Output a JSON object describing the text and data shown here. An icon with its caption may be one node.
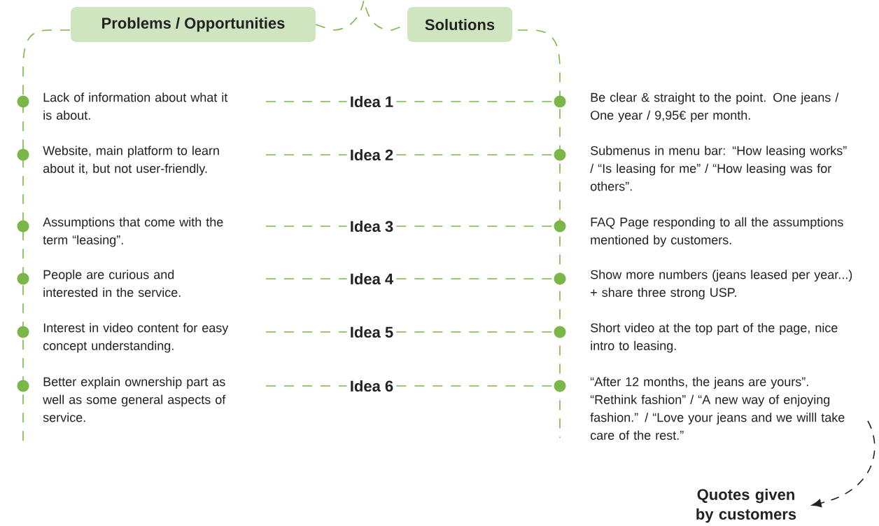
{
  "diagram": {
    "nodes": [
      {
        "text": [
          "Problems / Opportunities"
        ]
      },
      {
        "text": [
          "Solutions"
        ]
      },
      {
        "text": [],
        "shape": "circle",
        "beside": [
          "Lack of information about what it is about."
        ]
      },
      {
        "text": [
          "Idea 1"
        ]
      },
      {
        "text": [],
        "shape": "circle",
        "beside": [
          "Be clear & straight to the point. One jeans / One year / 9,95€ per month."
        ]
      },
      {
        "text": [],
        "shape": "circle",
        "beside": [
          "Website, main platform to learn about it, but not user-friendly."
        ]
      },
      {
        "text": [
          "Idea 2"
        ]
      },
      {
        "text": [],
        "shape": "circle",
        "beside": [
          "Submenus in menu bar: “How leasing works” / “Is leasing for me” / “How leasing was for others”."
        ]
      },
      {
        "text": [],
        "shape": "circle",
        "beside": [
          "Assumptions that come with the term “leasing”."
        ]
      },
      {
        "text": [
          "Idea 3"
        ]
      },
      {
        "text": [],
        "shape": "circle",
        "beside": [
          "FAQ Page responding to all the assumptions mentioned by customers."
        ]
      },
      {
        "text": [],
        "shape": "circle",
        "beside": [
          "People are curious and interested in the service."
        ]
      },
      {
        "text": [
          "Idea 4"
        ]
      },
      {
        "text": [],
        "shape": "circle",
        "beside": [
          "Show more numbers (jeans leased per year...) + share three strong USP."
        ]
      },
      {
        "text": [],
        "shape": "circle",
        "beside": [
          "Interest in video content for easy concept understanding."
        ]
      },
      {
        "text": [
          "Idea 5"
        ]
      },
      {
        "text": [],
        "shape": "circle",
        "beside": [
          "Short video at the top part of the page, nice intro to leasing."
        ]
      },
      {
        "text": [],
        "shape": "circle",
        "beside": [
          "Better explain ownership part as well as some general aspects of service."
        ]
      },
      {
        "text": [
          "Idea 6"
        ]
      },
      {
        "text": [],
        "shape": "circle",
        "beside": [
          "“After 12 months, the jeans are yours”. “Rethink fashion” / “A new way of enjoying fashion.” / “Love your jeans and we willl take care of the rest.”"
        ]
      },
      {
        "text": [
          "Quotes given by customers"
        ]
      }
    ],
    "edges": [
      {
        "from": 0,
        "to": 1,
        "arrow": "none",
        "style": "dashed"
      },
      {
        "from": null,
        "to": 3,
        "arrow": "none",
        "style": "dashed"
      },
      {
        "from": 3,
        "to": 4,
        "arrow": "none",
        "style": "dashed"
      },
      {
        "from": null,
        "to": 6,
        "arrow": "none",
        "style": "dashed"
      },
      {
        "from": 6,
        "to": 7,
        "arrow": "none",
        "style": "dashed"
      },
      {
        "from": null,
        "to": 9,
        "arrow": "none",
        "style": "dashed"
      },
      {
        "from": 9,
        "to": 10,
        "arrow": "none",
        "style": "dashed"
      },
      {
        "from": null,
        "to": 12,
        "arrow": "none",
        "style": "dashed"
      },
      {
        "from": 12,
        "to": 13,
        "arrow": "none",
        "style": "dashed"
      },
      {
        "from": null,
        "to": 15,
        "arrow": "none",
        "style": "dashed"
      },
      {
        "from": 15,
        "to": 16,
        "arrow": "none",
        "style": "dashed"
      },
      {
        "from": null,
        "to": 18,
        "arrow": "none",
        "style": "dashed"
      },
      {
        "from": 18,
        "to": 19,
        "arrow": "none",
        "style": "dashed"
      },
      {
        "from": 19,
        "to": 20,
        "arrow": "to",
        "style": "dashed",
        "color": "#222222"
      }
    ]
  }
}
